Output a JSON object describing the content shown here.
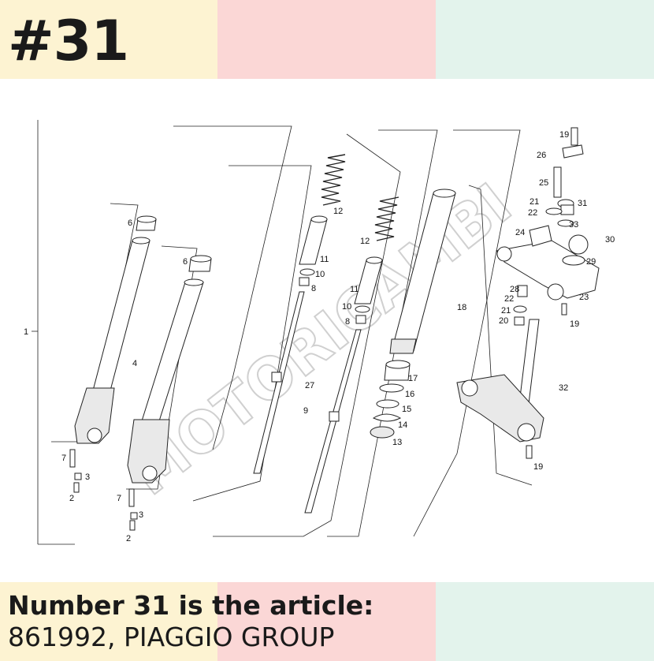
{
  "header": {
    "number": "#31"
  },
  "footer": {
    "title": "Number 31 is the article:",
    "subtitle": "861992, PIAGGIO GROUP"
  },
  "colors": {
    "band_left": "#fdf3d2",
    "band_middle": "#fbd7d6",
    "band_right": "#e3f3ec"
  },
  "diagram": {
    "watermark": "MOTORICAMBI",
    "callouts": [
      "1",
      "2",
      "2",
      "3",
      "3",
      "4",
      "6",
      "6",
      "7",
      "7",
      "8",
      "8",
      "9",
      "10",
      "10",
      "11",
      "11",
      "12",
      "12",
      "13",
      "14",
      "15",
      "16",
      "17",
      "18",
      "19",
      "19",
      "19",
      "20",
      "21",
      "21",
      "22",
      "22",
      "23",
      "24",
      "25",
      "26",
      "27",
      "28",
      "29",
      "30",
      "31",
      "32",
      "33"
    ]
  }
}
